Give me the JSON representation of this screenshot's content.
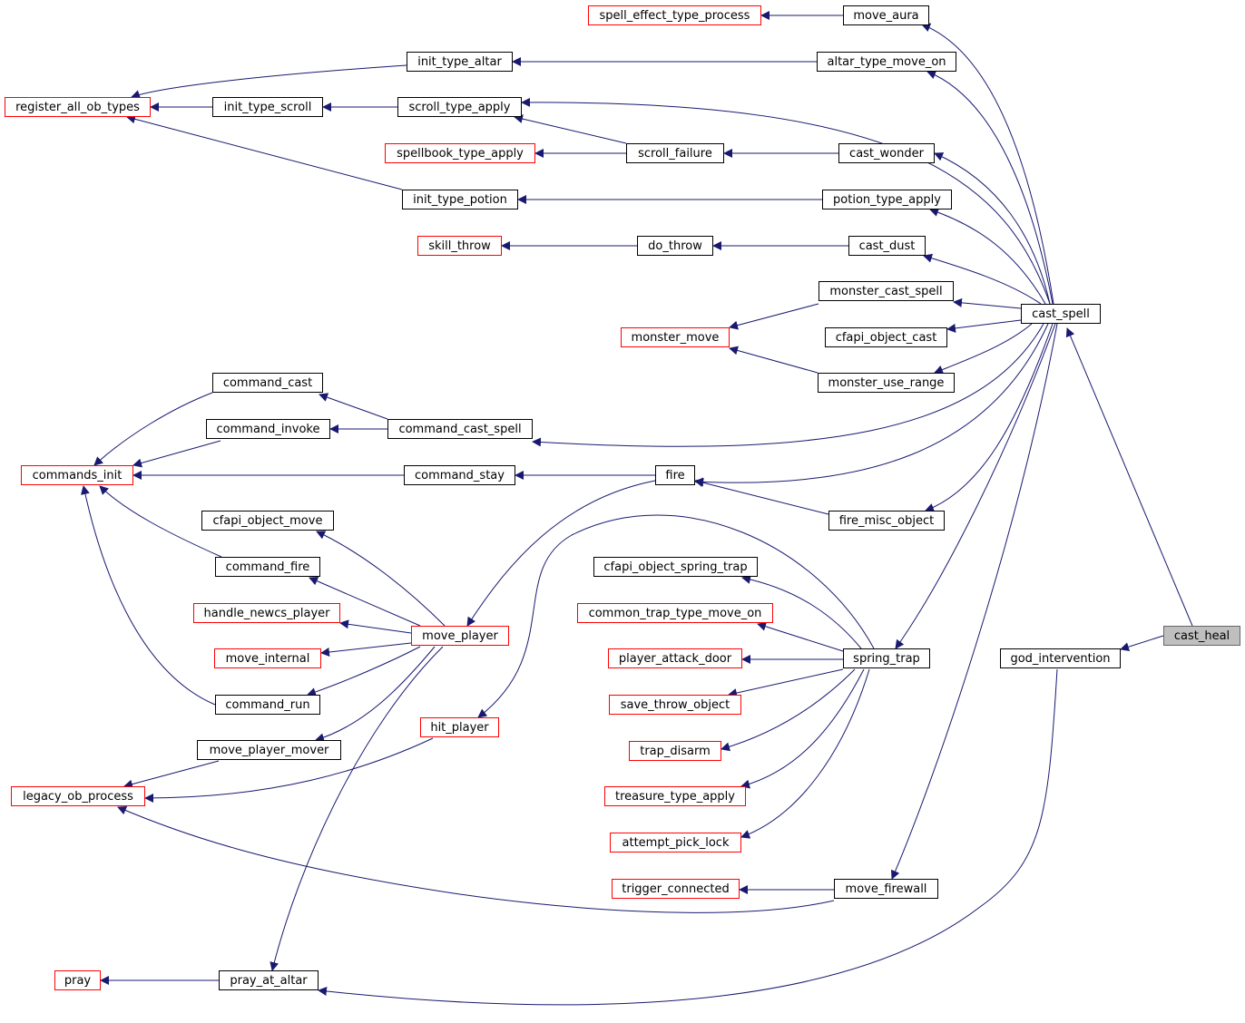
{
  "colors": {
    "edge": "#191970",
    "external_border": "#ff0000",
    "internal_border": "#000000",
    "current_fill": "#bfbfbf"
  },
  "nodes": [
    {
      "id": "cast_heal",
      "label": "cast_heal",
      "style": "current"
    },
    {
      "id": "cast_spell",
      "label": "cast_spell",
      "style": "normal"
    },
    {
      "id": "god_intervention",
      "label": "god_intervention",
      "style": "normal"
    },
    {
      "id": "move_aura",
      "label": "move_aura",
      "style": "normal"
    },
    {
      "id": "spell_effect_type_process",
      "label": "spell_effect_type_process",
      "style": "external"
    },
    {
      "id": "altar_type_move_on",
      "label": "altar_type_move_on",
      "style": "normal"
    },
    {
      "id": "init_type_altar",
      "label": "init_type_altar",
      "style": "normal"
    },
    {
      "id": "register_all_ob_types",
      "label": "register_all_ob_types",
      "style": "external"
    },
    {
      "id": "scroll_type_apply",
      "label": "scroll_type_apply",
      "style": "normal"
    },
    {
      "id": "init_type_scroll",
      "label": "init_type_scroll",
      "style": "normal"
    },
    {
      "id": "cast_wonder",
      "label": "cast_wonder",
      "style": "normal"
    },
    {
      "id": "scroll_failure",
      "label": "scroll_failure",
      "style": "normal"
    },
    {
      "id": "spellbook_type_apply",
      "label": "spellbook_type_apply",
      "style": "external"
    },
    {
      "id": "potion_type_apply",
      "label": "potion_type_apply",
      "style": "normal"
    },
    {
      "id": "init_type_potion",
      "label": "init_type_potion",
      "style": "normal"
    },
    {
      "id": "cast_dust",
      "label": "cast_dust",
      "style": "normal"
    },
    {
      "id": "do_throw",
      "label": "do_throw",
      "style": "normal"
    },
    {
      "id": "skill_throw",
      "label": "skill_throw",
      "style": "external"
    },
    {
      "id": "monster_cast_spell",
      "label": "monster_cast_spell",
      "style": "normal"
    },
    {
      "id": "monster_move",
      "label": "monster_move",
      "style": "external"
    },
    {
      "id": "cfapi_object_cast",
      "label": "cfapi_object_cast",
      "style": "normal"
    },
    {
      "id": "monster_use_range",
      "label": "monster_use_range",
      "style": "normal"
    },
    {
      "id": "command_cast",
      "label": "command_cast",
      "style": "normal"
    },
    {
      "id": "command_invoke",
      "label": "command_invoke",
      "style": "normal"
    },
    {
      "id": "command_cast_spell",
      "label": "command_cast_spell",
      "style": "normal"
    },
    {
      "id": "commands_init",
      "label": "commands_init",
      "style": "external"
    },
    {
      "id": "command_stay",
      "label": "command_stay",
      "style": "normal"
    },
    {
      "id": "fire",
      "label": "fire",
      "style": "normal"
    },
    {
      "id": "fire_misc_object",
      "label": "fire_misc_object",
      "style": "normal"
    },
    {
      "id": "cfapi_object_move",
      "label": "cfapi_object_move",
      "style": "normal"
    },
    {
      "id": "command_fire",
      "label": "command_fire",
      "style": "normal"
    },
    {
      "id": "handle_newcs_player",
      "label": "handle_newcs_player",
      "style": "external"
    },
    {
      "id": "move_player",
      "label": "move_player",
      "style": "external"
    },
    {
      "id": "move_internal",
      "label": "move_internal",
      "style": "external"
    },
    {
      "id": "command_run",
      "label": "command_run",
      "style": "normal"
    },
    {
      "id": "move_player_mover",
      "label": "move_player_mover",
      "style": "normal"
    },
    {
      "id": "legacy_ob_process",
      "label": "legacy_ob_process",
      "style": "external"
    },
    {
      "id": "hit_player",
      "label": "hit_player",
      "style": "external"
    },
    {
      "id": "cfapi_object_spring_trap",
      "label": "cfapi_object_spring_trap",
      "style": "normal"
    },
    {
      "id": "common_trap_type_move_on",
      "label": "common_trap_type_move_on",
      "style": "external"
    },
    {
      "id": "player_attack_door",
      "label": "player_attack_door",
      "style": "external"
    },
    {
      "id": "spring_trap",
      "label": "spring_trap",
      "style": "normal"
    },
    {
      "id": "save_throw_object",
      "label": "save_throw_object",
      "style": "external"
    },
    {
      "id": "trap_disarm",
      "label": "trap_disarm",
      "style": "external"
    },
    {
      "id": "treasure_type_apply",
      "label": "treasure_type_apply",
      "style": "external"
    },
    {
      "id": "attempt_pick_lock",
      "label": "attempt_pick_lock",
      "style": "external"
    },
    {
      "id": "trigger_connected",
      "label": "trigger_connected",
      "style": "external"
    },
    {
      "id": "move_firewall",
      "label": "move_firewall",
      "style": "normal"
    },
    {
      "id": "pray",
      "label": "pray",
      "style": "external"
    },
    {
      "id": "pray_at_altar",
      "label": "pray_at_altar",
      "style": "normal"
    }
  ],
  "edges": [
    {
      "from": "cast_heal",
      "to": "cast_spell"
    },
    {
      "from": "cast_heal",
      "to": "god_intervention"
    },
    {
      "from": "cast_spell",
      "to": "move_aura"
    },
    {
      "from": "cast_spell",
      "to": "altar_type_move_on"
    },
    {
      "from": "cast_spell",
      "to": "scroll_type_apply"
    },
    {
      "from": "cast_spell",
      "to": "cast_wonder"
    },
    {
      "from": "cast_spell",
      "to": "potion_type_apply"
    },
    {
      "from": "cast_spell",
      "to": "cast_dust"
    },
    {
      "from": "cast_spell",
      "to": "monster_cast_spell"
    },
    {
      "from": "cast_spell",
      "to": "cfapi_object_cast"
    },
    {
      "from": "cast_spell",
      "to": "monster_use_range"
    },
    {
      "from": "cast_spell",
      "to": "command_cast_spell"
    },
    {
      "from": "cast_spell",
      "to": "fire"
    },
    {
      "from": "cast_spell",
      "to": "fire_misc_object"
    },
    {
      "from": "cast_spell",
      "to": "spring_trap"
    },
    {
      "from": "cast_spell",
      "to": "move_firewall"
    },
    {
      "from": "move_aura",
      "to": "spell_effect_type_process"
    },
    {
      "from": "altar_type_move_on",
      "to": "init_type_altar"
    },
    {
      "from": "init_type_altar",
      "to": "register_all_ob_types"
    },
    {
      "from": "init_type_scroll",
      "to": "register_all_ob_types"
    },
    {
      "from": "init_type_potion",
      "to": "register_all_ob_types"
    },
    {
      "from": "scroll_type_apply",
      "to": "init_type_scroll"
    },
    {
      "from": "cast_wonder",
      "to": "scroll_failure"
    },
    {
      "from": "scroll_failure",
      "to": "scroll_type_apply"
    },
    {
      "from": "scroll_failure",
      "to": "spellbook_type_apply"
    },
    {
      "from": "potion_type_apply",
      "to": "init_type_potion"
    },
    {
      "from": "cast_dust",
      "to": "do_throw"
    },
    {
      "from": "do_throw",
      "to": "skill_throw"
    },
    {
      "from": "monster_cast_spell",
      "to": "monster_move"
    },
    {
      "from": "monster_use_range",
      "to": "monster_move"
    },
    {
      "from": "command_cast_spell",
      "to": "command_cast"
    },
    {
      "from": "command_cast_spell",
      "to": "command_invoke"
    },
    {
      "from": "command_cast",
      "to": "commands_init"
    },
    {
      "from": "command_invoke",
      "to": "commands_init"
    },
    {
      "from": "command_stay",
      "to": "commands_init"
    },
    {
      "from": "command_fire",
      "to": "commands_init"
    },
    {
      "from": "command_run",
      "to": "commands_init"
    },
    {
      "from": "fire",
      "to": "command_stay"
    },
    {
      "from": "fire",
      "to": "move_player"
    },
    {
      "from": "fire_misc_object",
      "to": "fire"
    },
    {
      "from": "move_player",
      "to": "cfapi_object_move"
    },
    {
      "from": "move_player",
      "to": "command_fire"
    },
    {
      "from": "move_player",
      "to": "handle_newcs_player"
    },
    {
      "from": "move_player",
      "to": "move_internal"
    },
    {
      "from": "move_player",
      "to": "command_run"
    },
    {
      "from": "move_player",
      "to": "move_player_mover"
    },
    {
      "from": "move_player",
      "to": "pray_at_altar"
    },
    {
      "from": "move_player_mover",
      "to": "legacy_ob_process"
    },
    {
      "from": "hit_player",
      "to": "legacy_ob_process"
    },
    {
      "from": "spring_trap",
      "to": "hit_player"
    },
    {
      "from": "spring_trap",
      "to": "cfapi_object_spring_trap"
    },
    {
      "from": "spring_trap",
      "to": "common_trap_type_move_on"
    },
    {
      "from": "spring_trap",
      "to": "player_attack_door"
    },
    {
      "from": "spring_trap",
      "to": "save_throw_object"
    },
    {
      "from": "spring_trap",
      "to": "trap_disarm"
    },
    {
      "from": "spring_trap",
      "to": "treasure_type_apply"
    },
    {
      "from": "spring_trap",
      "to": "attempt_pick_lock"
    },
    {
      "from": "move_firewall",
      "to": "trigger_connected"
    },
    {
      "from": "move_firewall",
      "to": "legacy_ob_process"
    },
    {
      "from": "god_intervention",
      "to": "pray_at_altar"
    },
    {
      "from": "pray_at_altar",
      "to": "pray"
    }
  ]
}
